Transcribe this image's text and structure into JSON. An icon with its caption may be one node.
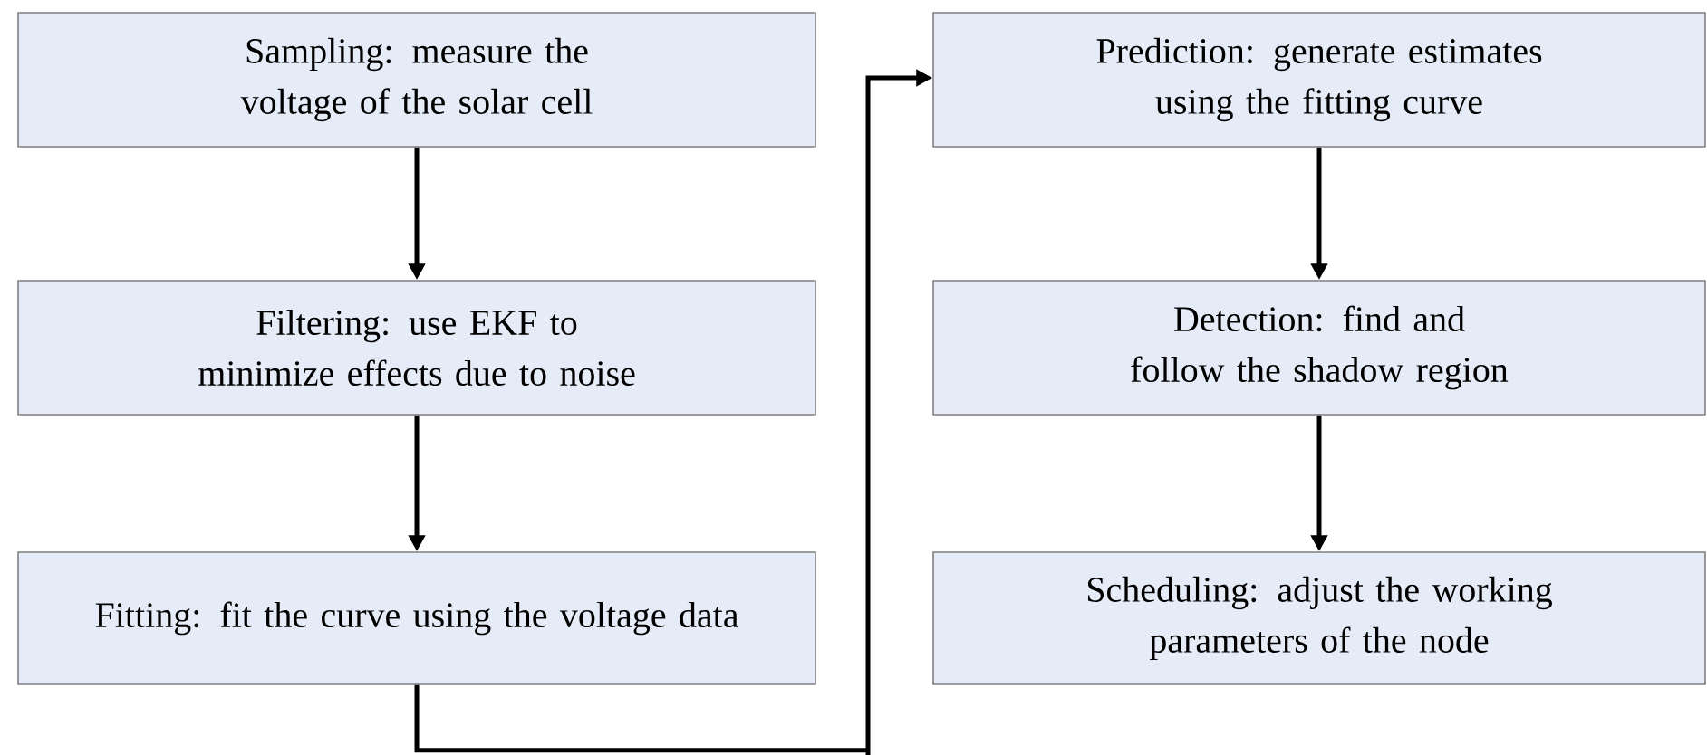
{
  "diagram": {
    "nodes": [
      {
        "text": [
          "Sampling: measure the voltage of the solar cell"
        ]
      },
      {
        "text": [
          "Filtering: use EKF to minimize effects due to noise"
        ]
      },
      {
        "text": [
          "Fitting: fit the curve using the voltage data"
        ]
      },
      {
        "text": [
          "Prediction: generate estimates using the fitting curve"
        ]
      },
      {
        "text": [
          "Detection: find and follow the shadow region"
        ]
      },
      {
        "text": [
          "Scheduling: adjust the working parameters of the node"
        ]
      }
    ],
    "edges": [
      {
        "from": 0,
        "to": 1,
        "arrow": "to"
      },
      {
        "from": 1,
        "to": 2,
        "arrow": "to"
      },
      {
        "from": 2,
        "to": 3,
        "arrow": "to"
      },
      {
        "from": 3,
        "to": 4,
        "arrow": "to"
      },
      {
        "from": 4,
        "to": 5,
        "arrow": "to"
      }
    ]
  }
}
